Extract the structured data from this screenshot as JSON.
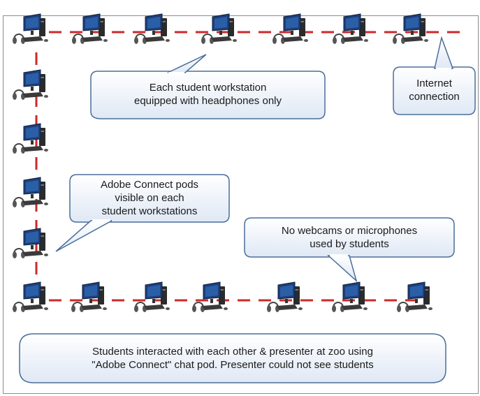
{
  "colors": {
    "link": "#cc2a2a",
    "callout_fill": "#eef3fa",
    "callout_stroke": "#4a6e9a",
    "monitor": "#1e3f7a",
    "screen": "#2a5fa8"
  },
  "icons": {
    "workstation": "computer-workstation-icon",
    "headset": "headphones-icon"
  },
  "callouts": {
    "headphones": {
      "line1": "Each student workstation",
      "line2": "equipped with headphones only"
    },
    "internet": {
      "line1": "Internet",
      "line2": "connection"
    },
    "pods": {
      "line1": "Adobe Connect pods",
      "line2": "visible on each",
      "line3": "student workstations"
    },
    "webcams": {
      "line1": "No webcams or microphones",
      "line2": "used by students"
    },
    "chat": {
      "line1": "Students interacted with  each other & presenter at zoo using",
      "line2": "\"Adobe Connect\" chat pod. Presenter could not see students"
    }
  }
}
